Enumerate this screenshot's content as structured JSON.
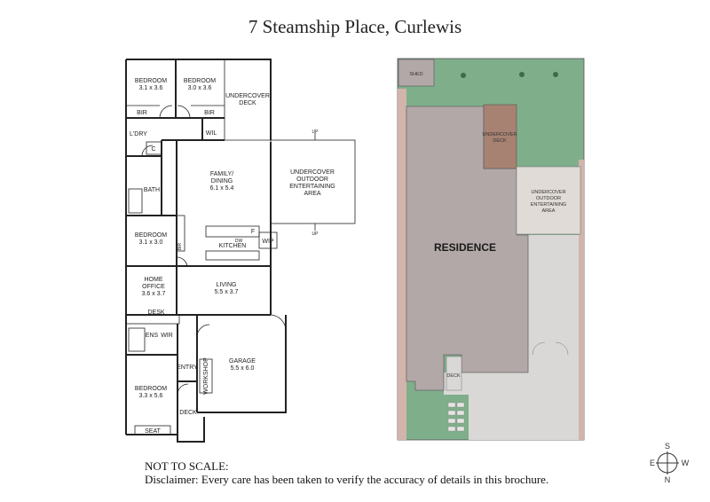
{
  "title": "7 Steamship Place, Curlewis",
  "floorplan": {
    "rooms": [
      {
        "name": "BEDROOM",
        "size": "3.1 x 3.6"
      },
      {
        "name": "BEDROOM",
        "size": "3.0 x 3.6"
      },
      {
        "name": "UNDERCOVER DECK"
      },
      {
        "name": "BIR"
      },
      {
        "name": "BIR"
      },
      {
        "name": "L'DRY"
      },
      {
        "name": "WIL"
      },
      {
        "name": "C"
      },
      {
        "name": "BATH"
      },
      {
        "name": "FAMILY/ DINING",
        "size": "6.1 x 5.4"
      },
      {
        "name": "UNDERCOVER OUTDOOR ENTERTAINING AREA"
      },
      {
        "name": "BEDROOM",
        "size": "3.1 x 3.0"
      },
      {
        "name": "BIR"
      },
      {
        "name": "KITCHEN"
      },
      {
        "name": "DW"
      },
      {
        "name": "F"
      },
      {
        "name": "WIP"
      },
      {
        "name": "HOME OFFICE",
        "size": "3.6 x 3.7"
      },
      {
        "name": "LIVING",
        "size": "5.5 x 3.7"
      },
      {
        "name": "DESK"
      },
      {
        "name": "ENS"
      },
      {
        "name": "WIR"
      },
      {
        "name": "ENTRY"
      },
      {
        "name": "WORKSHOP"
      },
      {
        "name": "GARAGE",
        "size": "5.5 x 6.0"
      },
      {
        "name": "BEDROOM",
        "size": "3.3 x 5.6"
      },
      {
        "name": "SEAT"
      },
      {
        "name": "DECK"
      }
    ],
    "stair_label": "UP"
  },
  "siteplan": {
    "shed": "SHED",
    "undercover_deck": "UNDERCOVER DECK",
    "entertaining": "UNDERCOVER OUTDOOR ENTERTAINING AREA",
    "residence": "RESIDENCE",
    "deck": "DECK",
    "colors": {
      "grass": "#7fae8b",
      "residence": "#b3a8a8",
      "deck": "#a78272",
      "paving": "#dad8d6",
      "entertain": "#e0dbd6"
    }
  },
  "footer": {
    "line1": "NOT TO SCALE:",
    "line2": "Disclaimer: Every care has been taken to verify the accuracy of details in this brochure."
  },
  "compass": {
    "s": "S",
    "w": "W",
    "e": "E",
    "n": "N"
  }
}
